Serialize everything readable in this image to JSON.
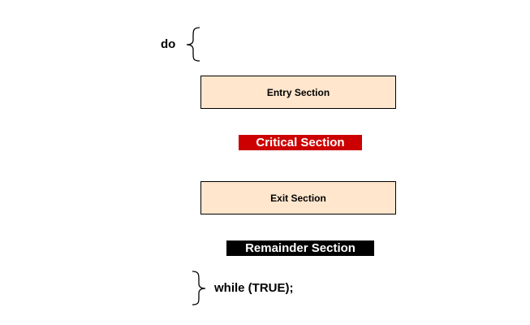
{
  "colors": {
    "box_fill": "#ffe6cc",
    "critical_fill": "#cc0000",
    "remainder_fill": "#000000"
  },
  "code": {
    "do_keyword": "do",
    "while_clause": "while (TRUE);"
  },
  "sections": {
    "entry": "Entry Section",
    "critical": "Critical Section",
    "exit": "Exit Section",
    "remainder": "Remainder Section"
  }
}
